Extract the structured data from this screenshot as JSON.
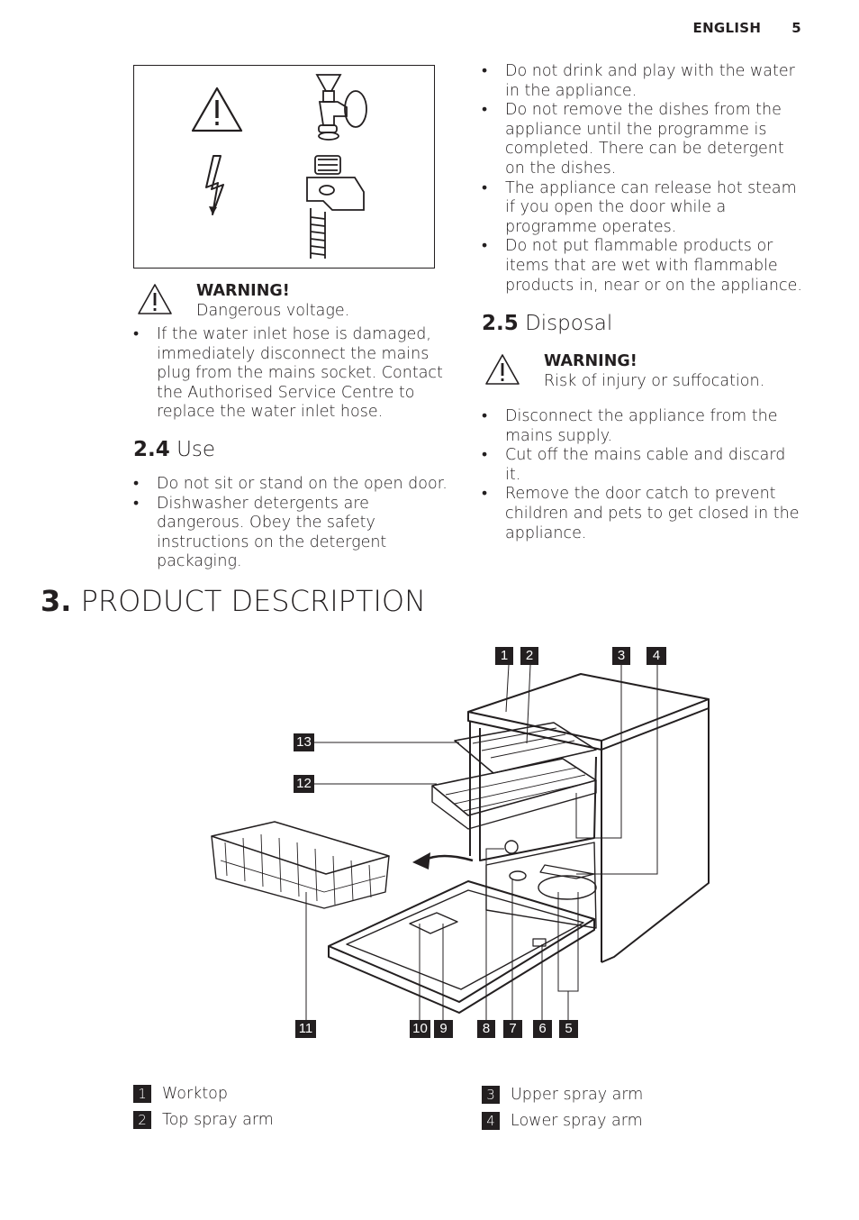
{
  "header": {
    "language": "ENGLISH",
    "page_number": "5"
  },
  "warning_box_1": {
    "title": "WARNING!",
    "text": "Dangerous voltage."
  },
  "inlet_bullets": [
    "If the water inlet hose is damaged, immediately disconnect the mains plug from the mains socket. Contact the Authorised Service Centre to replace the water inlet hose."
  ],
  "section_2_4": {
    "number": "2.4",
    "title": "Use"
  },
  "use_bullets": [
    "Do not sit or stand on the open door.",
    "Dishwasher detergents are dangerous. Obey the safety instructions on the detergent packaging."
  ],
  "right_bullets": [
    "Do not drink and play with the water in the appliance.",
    "Do not remove the dishes from the appliance until the programme is completed. There can be detergent on the dishes.",
    "The appliance can release hot steam if you open the door while a programme operates.",
    "Do not put flammable products or items that are wet with flammable products in, near or on the appliance."
  ],
  "section_2_5": {
    "number": "2.5",
    "title": "Disposal"
  },
  "warning_box_2": {
    "title": "WARNING!",
    "text": "Risk of injury or suffocation."
  },
  "disposal_bullets": [
    "Disconnect the appliance from the mains supply.",
    "Cut off the mains cable and discard it.",
    "Remove the door catch to prevent children and pets to get closed in the appliance."
  ],
  "section_3": {
    "number": "3.",
    "title": "PRODUCT DESCRIPTION"
  },
  "callouts": [
    "1",
    "2",
    "3",
    "4",
    "5",
    "6",
    "7",
    "8",
    "9",
    "10",
    "11",
    "12",
    "13"
  ],
  "legend": [
    {
      "num": "1",
      "label": "Worktop"
    },
    {
      "num": "2",
      "label": "Top spray arm"
    },
    {
      "num": "3",
      "label": "Upper spray arm"
    },
    {
      "num": "4",
      "label": "Lower spray arm"
    }
  ]
}
